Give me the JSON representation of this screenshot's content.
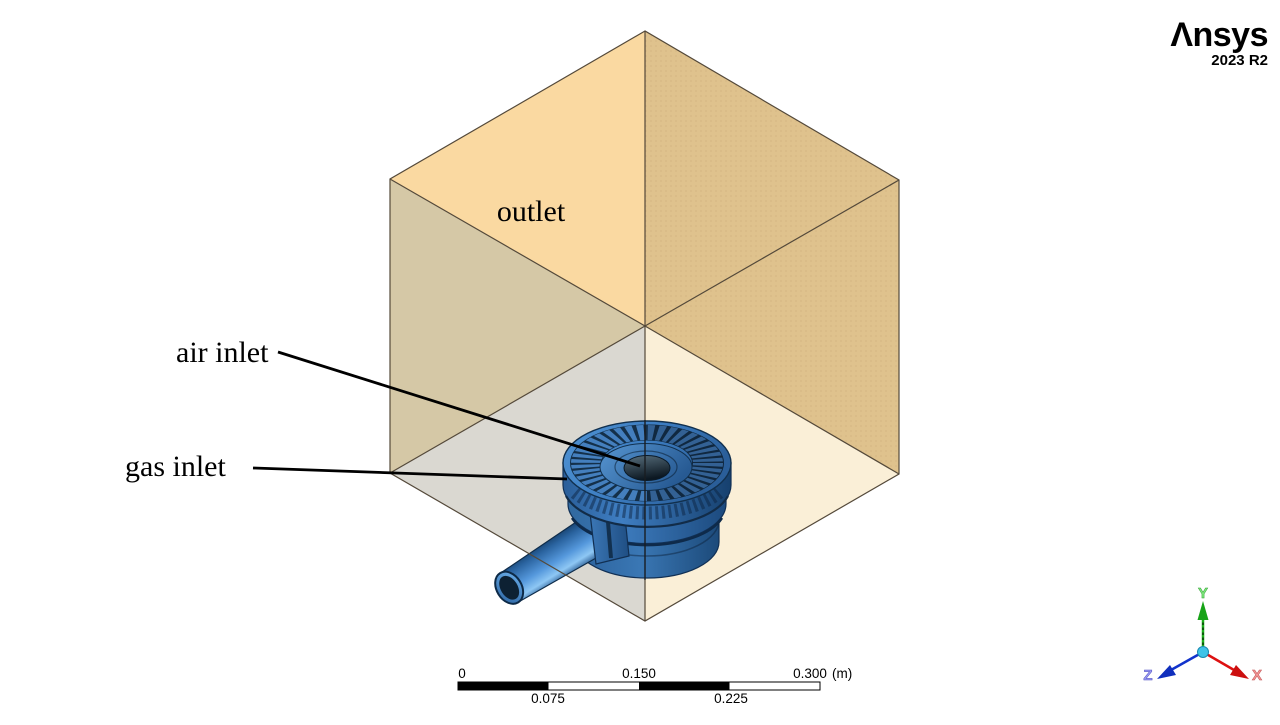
{
  "logo": {
    "text": "Ansys",
    "display": "Λnsys",
    "version": "2023 R2"
  },
  "annotations": {
    "outlet": "outlet",
    "air_inlet": "air inlet",
    "gas_inlet": "gas inlet"
  },
  "scale_bar": {
    "ticks_top": [
      "0",
      "0.150",
      "0.300"
    ],
    "unit": "(m)",
    "ticks_bottom": [
      "0.075",
      "0.225"
    ]
  },
  "triad": {
    "x": "X",
    "y": "Y",
    "z": "Z"
  },
  "colors": {
    "face_top_left": "#fad9a1",
    "face_top_right": "#dfc28d",
    "face_left_upper": "#d5c8a6",
    "face_left_lower": "#dad8d1",
    "face_right_upper": "#dfc28d",
    "face_right_lower": "#faefd7",
    "edge": "#54493a",
    "burner_blue": "#3f7ec2",
    "axis_x": "#dd1111",
    "axis_y": "#1db11d",
    "axis_z": "#1133cc"
  }
}
